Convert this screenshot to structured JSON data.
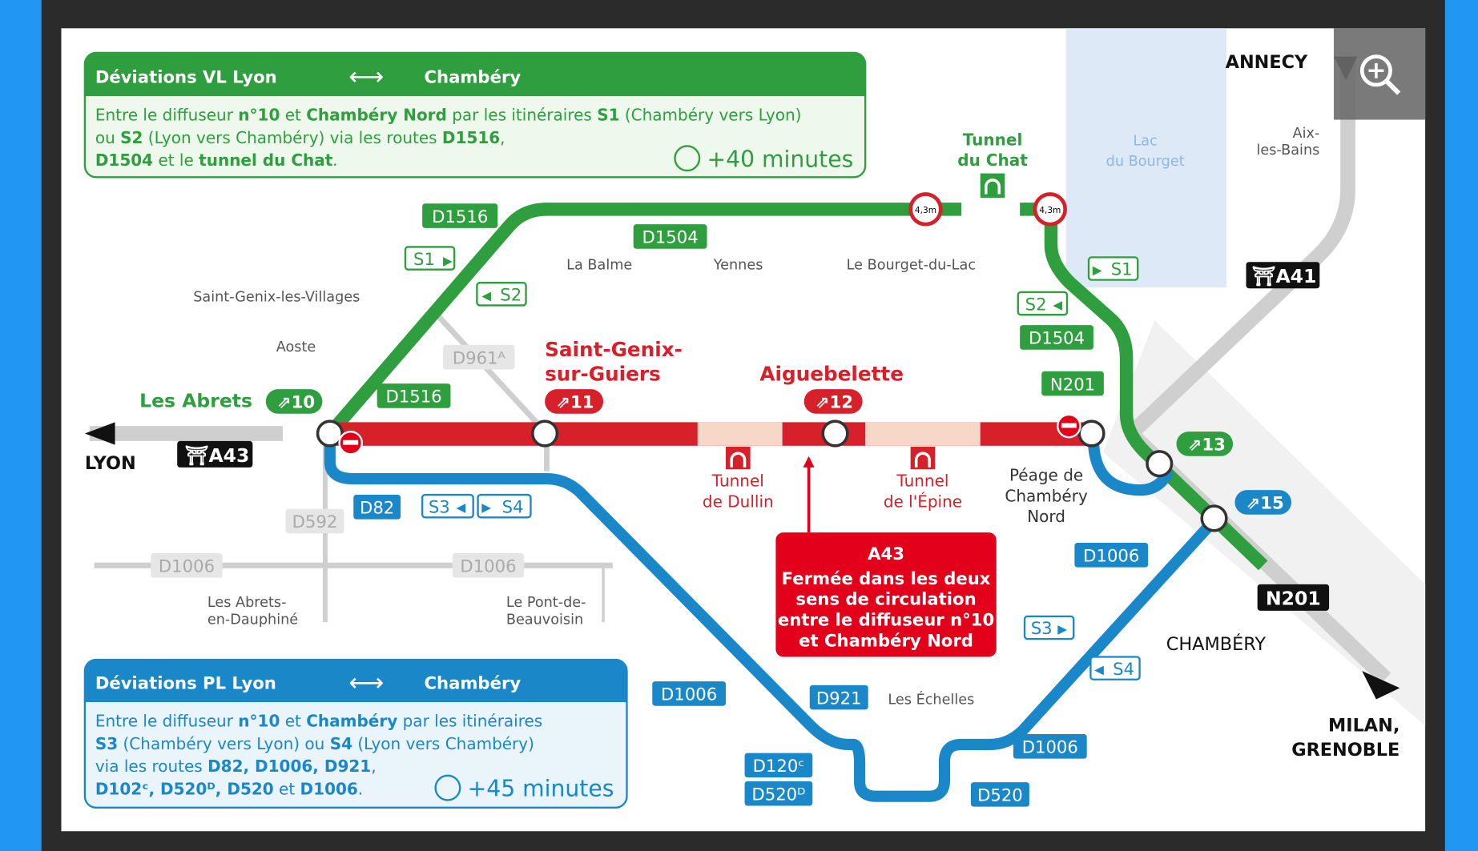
{
  "colors": {
    "green": "#2e9e3e",
    "blue": "#1a87c9",
    "red": "#e2001a",
    "black": "#111111",
    "grey": "#c8c8c8",
    "frame": "#2b2b2b",
    "accent": "#2196f3"
  },
  "green_box": {
    "title_left": "Déviations VL Lyon",
    "title_right": "Chambéry",
    "line1": [
      "Entre le diffuseur ",
      "n°10",
      " et ",
      "Chambéry Nord",
      " par les itinéraires ",
      "S1",
      " (Chambéry vers Lyon)"
    ],
    "line2": [
      "ou ",
      "S2",
      " (Lyon vers Chambéry) via les routes ",
      "D1516",
      ","
    ],
    "line3": [
      "D1504",
      " et le ",
      "tunnel du Chat",
      "."
    ],
    "time": "+40 minutes"
  },
  "blue_box": {
    "title_left": "Déviations PL Lyon",
    "title_right": "Chambéry",
    "line1": [
      "Entre le diffuseur ",
      "n°10",
      " et ",
      "Chambéry",
      " par les itinéraires"
    ],
    "line2": [
      "S3",
      " (Chambéry vers Lyon) ou ",
      "S4",
      " (Lyon vers Chambéry)"
    ],
    "line3": [
      "via les routes ",
      "D82, D1006, D921",
      ","
    ],
    "line4": [
      "D102ᶜ, D520ᴰ, D520",
      " et ",
      "D1006",
      "."
    ],
    "time": "+45 minutes"
  },
  "closure": {
    "road": "A43",
    "lines": [
      "Fermée dans les deux",
      "sens de circulation",
      "entre le diffuseur n°10",
      "et Chambéry Nord"
    ]
  },
  "places": {
    "lyon": "LYON",
    "annecy": "ANNECY",
    "aix": [
      "Aix-",
      "les-Bains"
    ],
    "milan": [
      "MILAN,",
      "GRENOBLE"
    ],
    "chambery": "CHAMBÉRY",
    "les_abrets": "Les Abrets",
    "sgv": "Saint-Genix-les-Villages",
    "aoste": "Aoste",
    "la_balme": "La Balme",
    "yennes": "Yennes",
    "bourget": "Le Bourget-du-Lac",
    "abrets_d": [
      "Les Abrets-",
      "en-Dauphiné"
    ],
    "pont": [
      "Le Pont-de-",
      "Beauvoisin"
    ],
    "echelles": "Les Échelles",
    "peage": [
      "Péage de",
      "Chambéry",
      "Nord"
    ],
    "lac": [
      "Lac",
      "du Bourget"
    ],
    "tunnel_chat": [
      "Tunnel",
      "du Chat"
    ],
    "tunnel_dullin": [
      "Tunnel",
      "de Dullin"
    ],
    "tunnel_epine": [
      "Tunnel",
      "de l'Épine"
    ],
    "sgg": [
      "Saint-Genix-",
      "sur-Guiers"
    ],
    "aiguebelette": "Aiguebelette"
  },
  "badges": {
    "green": [
      "D1516",
      "D1516",
      "D1504",
      "D1504",
      "N201"
    ],
    "green_dir": [
      "S1",
      "S2",
      "S1",
      "S2"
    ],
    "exits": [
      "10",
      "11",
      "12",
      "13",
      "15"
    ],
    "black": [
      "A43",
      "A41",
      "N201"
    ],
    "grey": [
      "D961ᴬ",
      "D592",
      "D1006",
      "D1006"
    ],
    "blue": [
      "D82",
      "D1006",
      "D1006",
      "D921",
      "D1006",
      "D120ᶜ",
      "D520ᴰ",
      "D520"
    ],
    "blue_dir": [
      "S3",
      "S4",
      "S3",
      "S4"
    ]
  },
  "height_limit": "4,3m"
}
